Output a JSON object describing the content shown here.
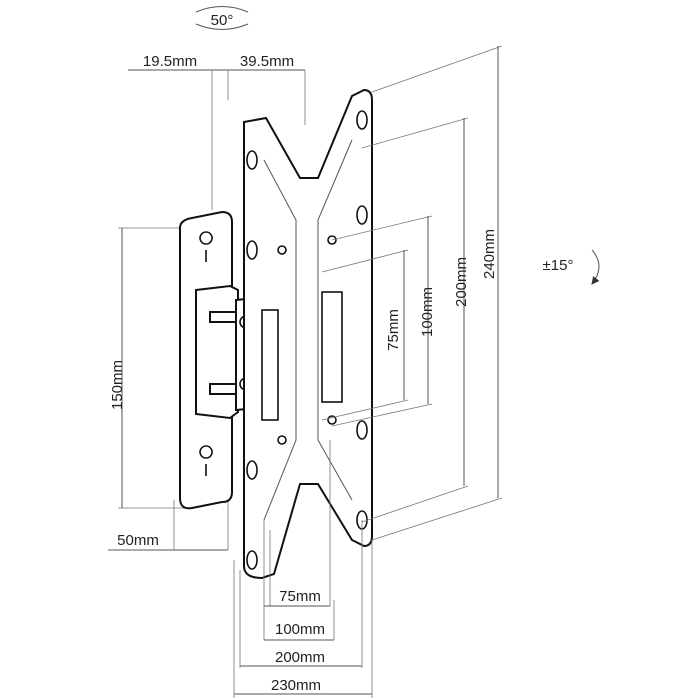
{
  "tilt_label": "50°",
  "swivel_label": "±15°",
  "dims": {
    "top_left": "19.5mm",
    "top_right": "39.5mm",
    "left_height": "150mm",
    "bottom_left": "50mm",
    "v75": "75mm",
    "v100": "100mm",
    "v200": "200mm",
    "v240": "240mm",
    "h75": "75mm",
    "h100": "100mm",
    "h200": "200mm",
    "h230": "230mm"
  }
}
